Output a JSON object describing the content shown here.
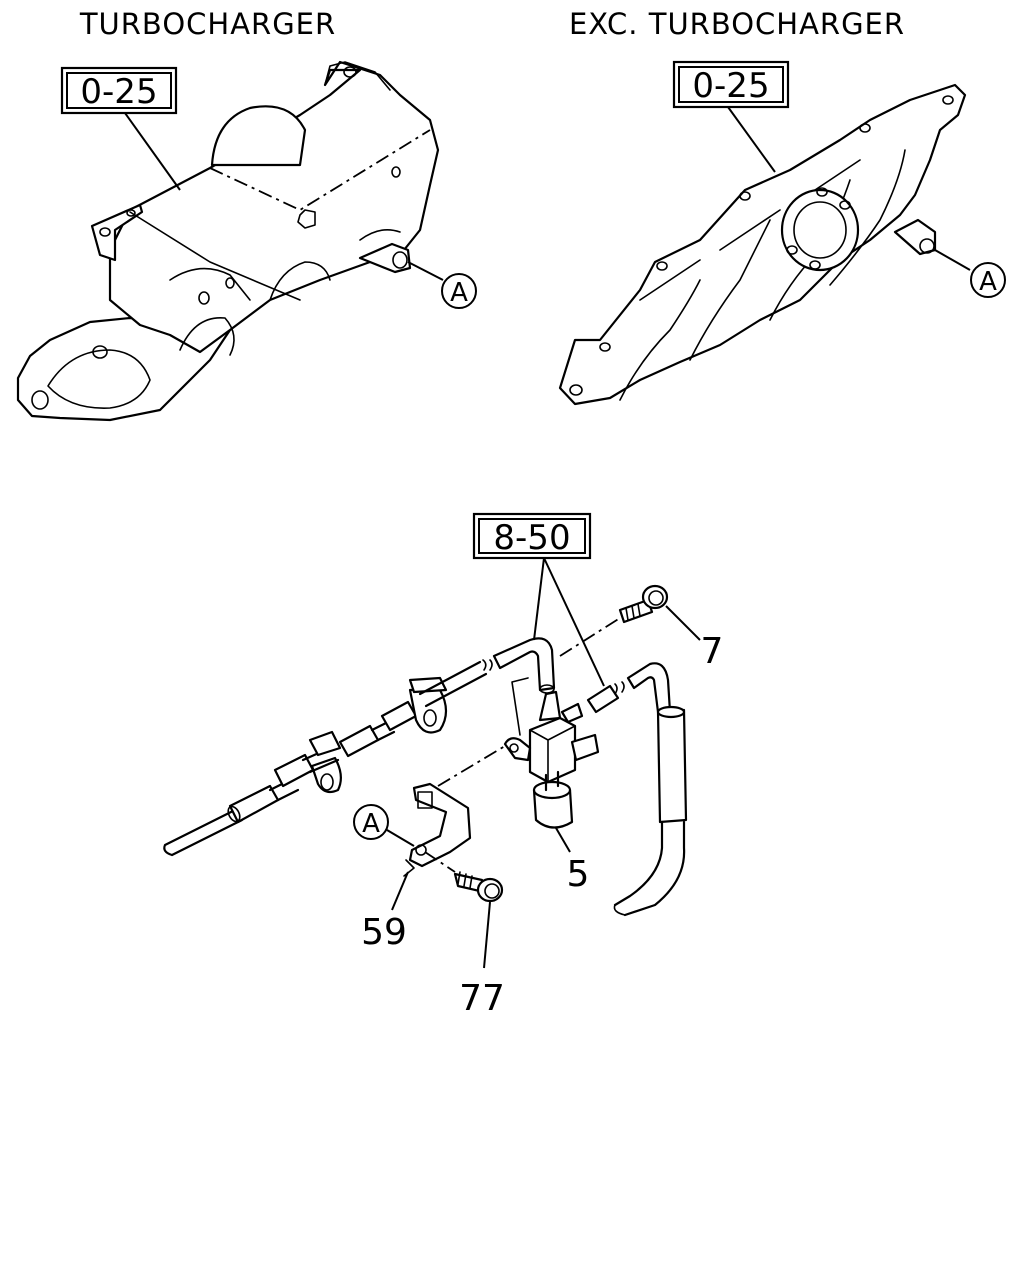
{
  "headings": {
    "left": "TURBOCHARGER",
    "right": "EXC. TURBOCHARGER"
  },
  "refs": {
    "left_manifold": "0-25",
    "right_manifold": "0-25",
    "hoses": "8-50"
  },
  "markers": {
    "left": "A",
    "right": "A",
    "bracket": "A"
  },
  "callouts": {
    "bolt_top": "7",
    "solenoid": "5",
    "bracket": "59",
    "bolt_bottom": "77"
  }
}
